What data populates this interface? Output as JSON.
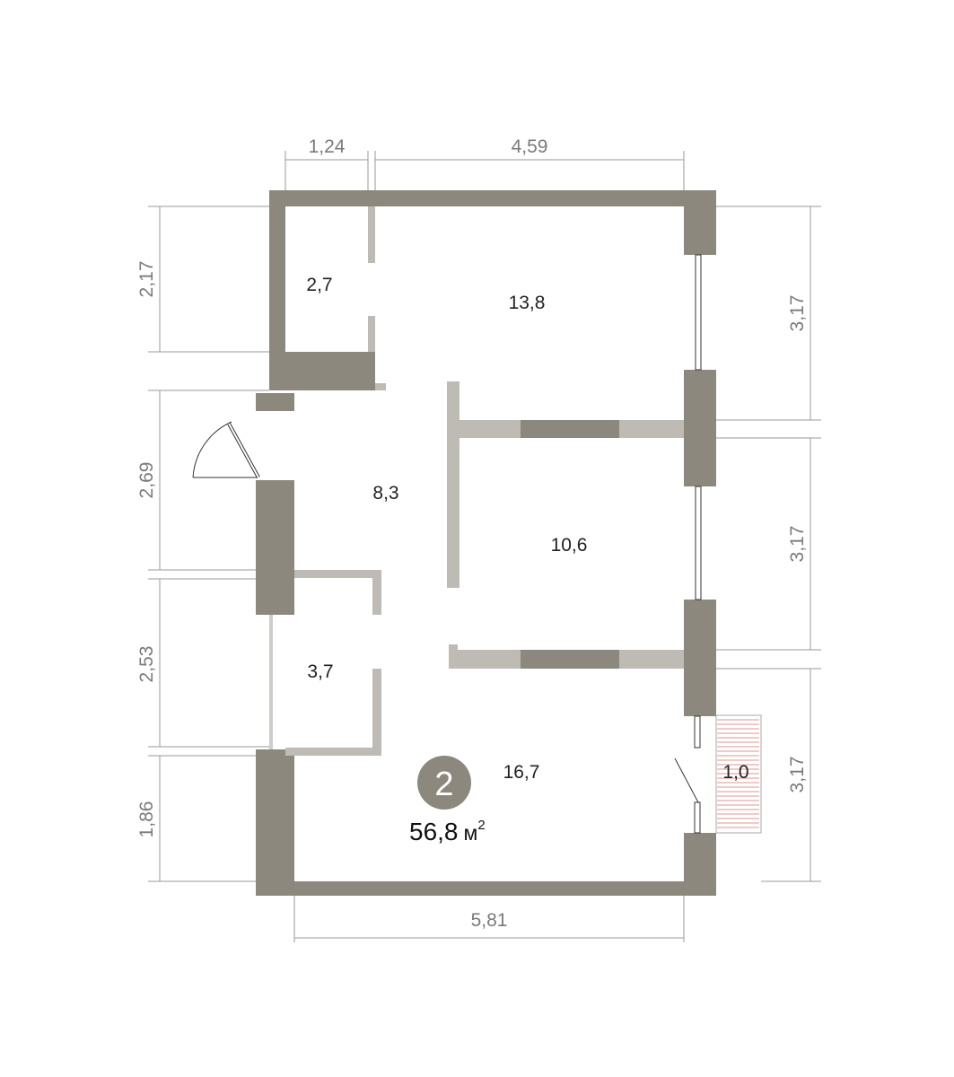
{
  "plan": {
    "apartment_number": "2",
    "total_area": "56,8",
    "area_unit": "м",
    "area_unit_power": "2",
    "colors": {
      "wall": "#8c887d",
      "partition": "#bebbb4",
      "balcony_hatch": "#c0392b"
    }
  },
  "rooms": [
    {
      "id": "storage",
      "area": "2,7"
    },
    {
      "id": "bedroom-1",
      "area": "13,8"
    },
    {
      "id": "hall",
      "area": "8,3"
    },
    {
      "id": "bedroom-2",
      "area": "10,6"
    },
    {
      "id": "bathroom",
      "area": "3,7"
    },
    {
      "id": "living-kitchen",
      "area": "16,7"
    },
    {
      "id": "balcony",
      "area": "1,0"
    }
  ],
  "dimensions": {
    "top": [
      "1,24",
      "4,59"
    ],
    "left": [
      "2,17",
      "2,69",
      "2,53",
      "1,86"
    ],
    "right": [
      "3,17",
      "3,17",
      "3,17"
    ],
    "bottom": [
      "5,81"
    ]
  }
}
